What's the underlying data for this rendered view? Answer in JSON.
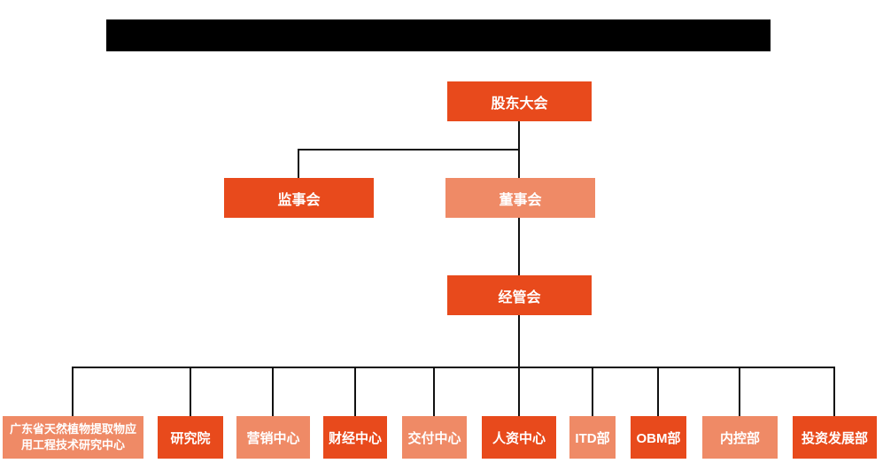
{
  "palette": {
    "node_primary": "#e84a1c",
    "node_secondary": "#ef8a66",
    "connector_line": "#111111",
    "canvas_background": "#ffffff",
    "node_text": "#ffffff",
    "title_bar": "#000000"
  },
  "title_bar": {
    "type": "redacted-black-bar",
    "text": ""
  },
  "org_chart": {
    "root": {
      "label": "股东大会"
    },
    "level2": {
      "supervisory_board": {
        "label": "监事会"
      },
      "board_of_directors": {
        "label": "董事会"
      }
    },
    "level3": {
      "management_committee": {
        "label": "经管会"
      }
    },
    "departments": [
      {
        "label": "广东省天然植物提取物应用工程技术研究中心"
      },
      {
        "label": "研究院"
      },
      {
        "label": "营销中心"
      },
      {
        "label": "财经中心"
      },
      {
        "label": "交付中心"
      },
      {
        "label": "人资中心"
      },
      {
        "label": "ITD部"
      },
      {
        "label": "OBM部"
      },
      {
        "label": "内控部"
      },
      {
        "label": "投资发展部"
      }
    ]
  }
}
